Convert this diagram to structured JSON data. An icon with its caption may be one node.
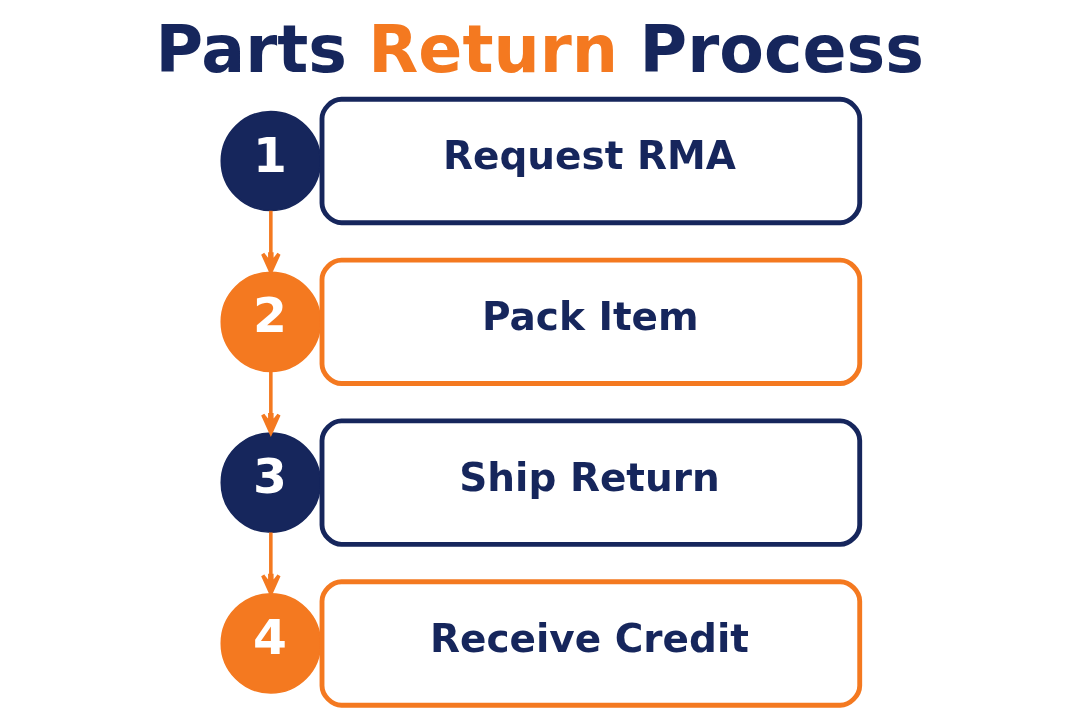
{
  "diagram": {
    "title": "Parts Return Process",
    "nodes": [
      {
        "text": [
          "1"
        ]
      },
      {
        "text": [
          "Request RMA"
        ]
      },
      {
        "text": [
          "2"
        ]
      },
      {
        "text": [
          "Pack Item"
        ]
      },
      {
        "text": [
          "3"
        ]
      },
      {
        "text": [
          "Ship Return"
        ]
      },
      {
        "text": [
          "4"
        ]
      },
      {
        "text": [
          "Receive Credit"
        ]
      }
    ],
    "edges": [
      {
        "from": 0,
        "to": 2,
        "arrow": "to"
      },
      {
        "from": 2,
        "to": 4,
        "arrow": "to"
      },
      {
        "from": 4,
        "to": 6,
        "arrow": "to"
      }
    ]
  }
}
